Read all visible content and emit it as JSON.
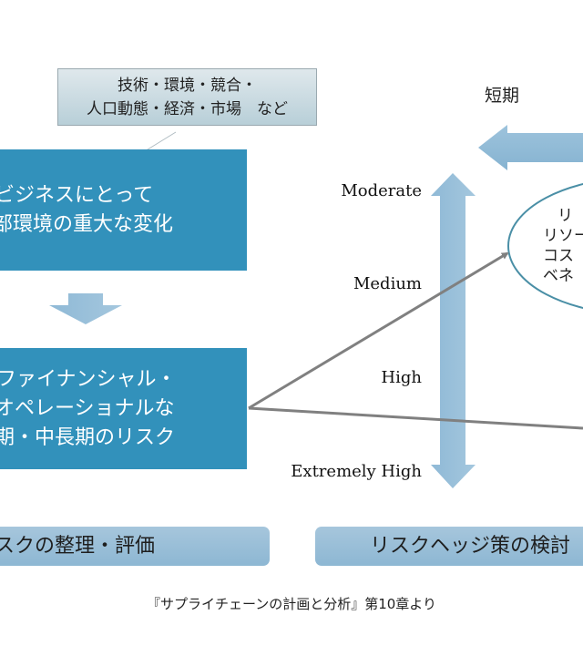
{
  "factors_box": {
    "line1": "技術・環境・競合・",
    "line2": "人口動態・経済・市場　など"
  },
  "change_box": {
    "line1": "ビジネスにとって",
    "line2": "部環境の重大な変化"
  },
  "risk_box": {
    "line1": "ファイナンシャル・",
    "line2": "オペレーショナルな",
    "line3": "期・中長期のリスク"
  },
  "timeframe_label": "短期",
  "severity_levels": [
    "Moderate",
    "Medium",
    "High",
    "Extremely High"
  ],
  "ellipse_lines": [
    "リ",
    "リソー",
    "コス",
    "ベネ"
  ],
  "bottom_labels": {
    "left": "スクの整理・評価",
    "right": "リスクヘッジ策の検討"
  },
  "source_note": "『サプライチェーンの計画と分析』第10章より",
  "colors": {
    "primary_box": "#3291bb",
    "arrow_fill": "#93bcd8",
    "connector": "#808080",
    "ellipse_stroke": "#4a8fa6"
  }
}
